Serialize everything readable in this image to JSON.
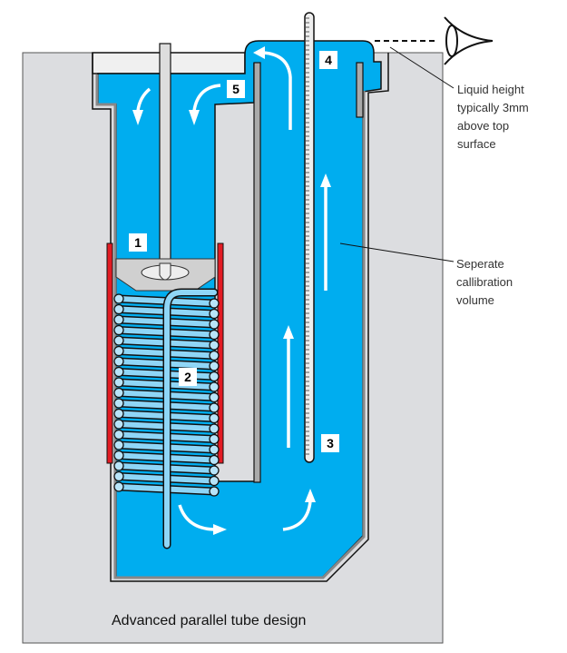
{
  "diagram": {
    "caption": "Advanced parallel tube design",
    "callouts": [
      {
        "id": "1",
        "meaning": "stirrer"
      },
      {
        "id": "2",
        "meaning": "heater/cooling coil"
      },
      {
        "id": "3",
        "meaning": "thermometer"
      },
      {
        "id": "4",
        "meaning": "calibration reading"
      },
      {
        "id": "5",
        "meaning": "return flow"
      }
    ],
    "annotations": {
      "liquid_height": [
        "Liquid height",
        "typically 3mm",
        "above top",
        "surface"
      ],
      "calibration_volume": [
        "Seperate",
        "callibration",
        "volume"
      ]
    },
    "colors": {
      "liquid": "#00adef",
      "coil": "#8fd6f7",
      "housing": "#dcdde0",
      "heater": "#e31b23",
      "arrow": "#ffffff"
    },
    "icons": [
      "eye-icon"
    ]
  }
}
